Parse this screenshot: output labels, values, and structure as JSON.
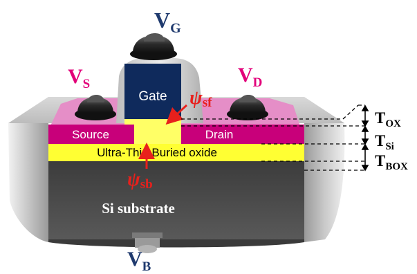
{
  "labels": {
    "gate": "Gate",
    "source": "Source",
    "drain": "Drain",
    "box": "Ultra-Thin Buried oxide",
    "substrate": "Si substrate"
  },
  "terminals": {
    "gate": {
      "main": "V",
      "sub": "G"
    },
    "source": {
      "main": "V",
      "sub": "S"
    },
    "drain": {
      "main": "V",
      "sub": "D"
    },
    "body": {
      "main": "V",
      "sub": "B"
    }
  },
  "potentials": {
    "front": {
      "main": "ψ",
      "sub": "sf"
    },
    "back": {
      "main": "ψ",
      "sub": "sb"
    }
  },
  "thickness": {
    "oxide": {
      "main": "T",
      "sub": "OX"
    },
    "silicon": {
      "main": "T",
      "sub": "Si"
    },
    "box": {
      "main": "T",
      "sub": "BOX"
    }
  },
  "colors": {
    "substrate": "#4a4a4a",
    "body_gray": "#b9b9b9",
    "body_light": "#e6e6e6",
    "gate": "#0f2a5c",
    "gate_spacer": "#cfcfcf",
    "source_drain": "#c8007a",
    "pink_pad": "#e58ec7",
    "box_yellow": "#ffff33",
    "channel_yellow": "#ffff66",
    "terminal_blue": "#1f3a6e",
    "terminal_pink": "#e2007a",
    "psi_red": "#e8201c",
    "contact_dark": "#2a2a2a"
  },
  "icons": {
    "contact": "metal-contact-icon",
    "arrow": "arrow-icon"
  }
}
